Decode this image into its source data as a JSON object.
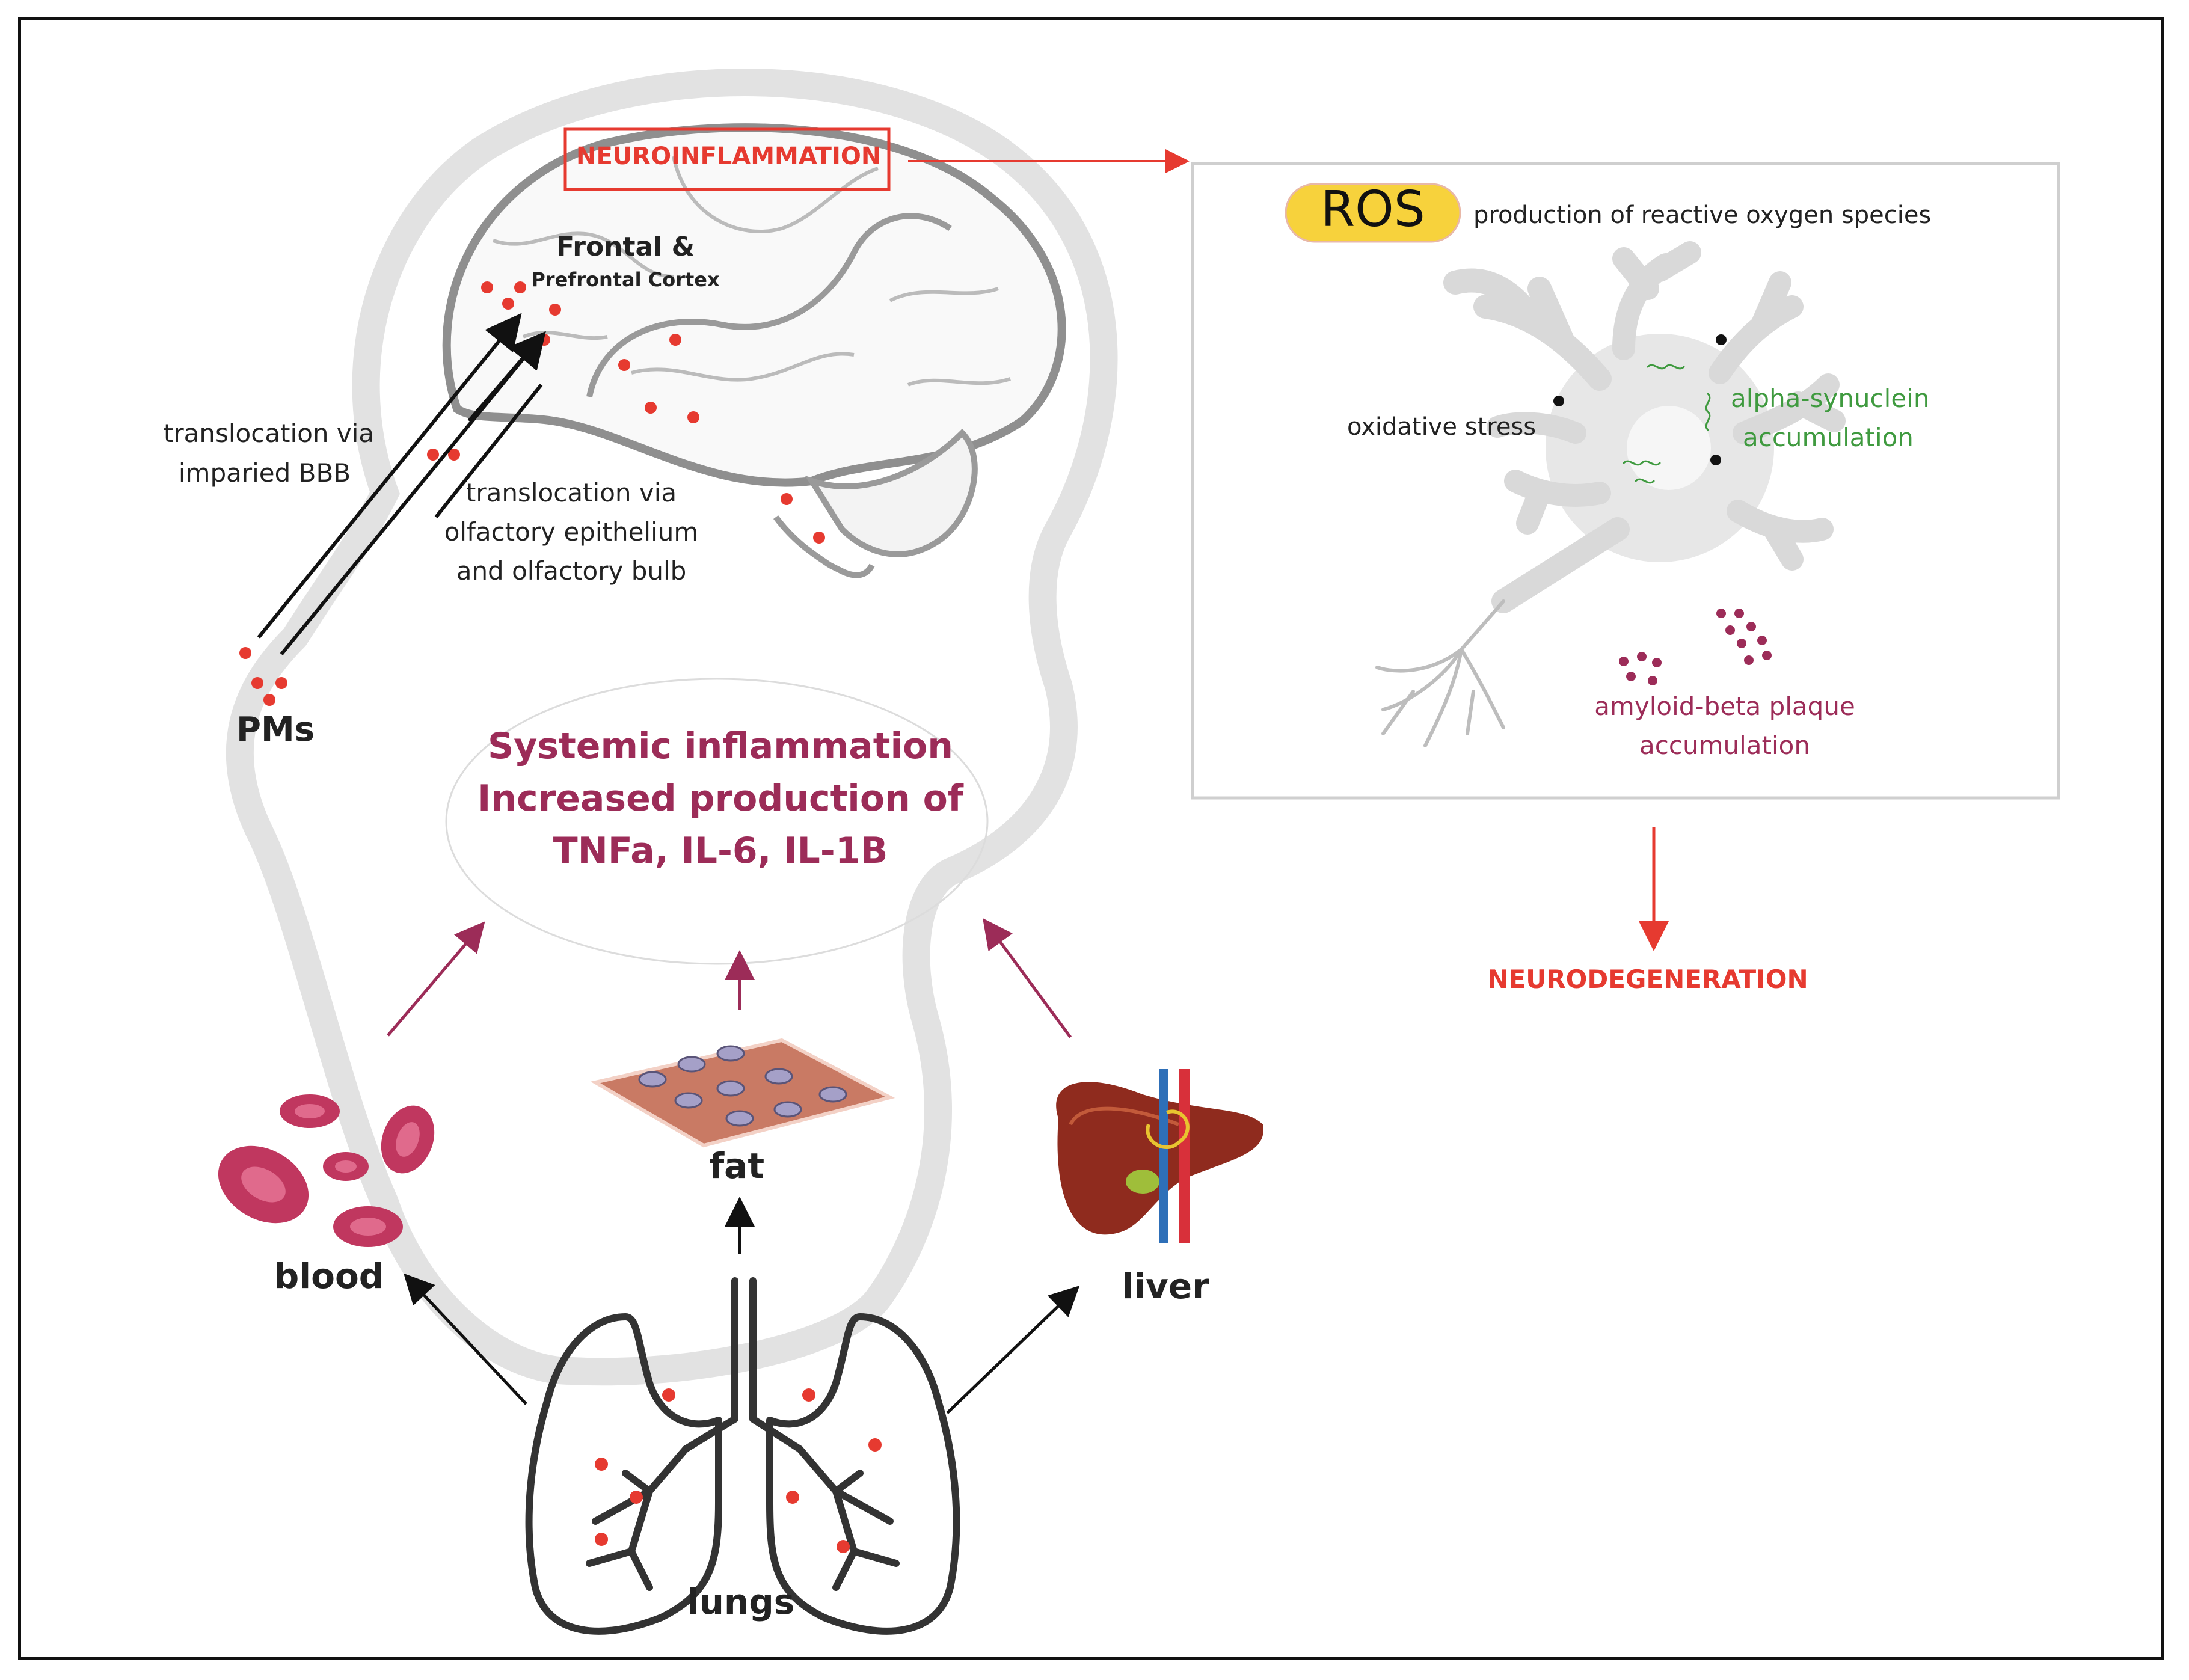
{
  "labels": {
    "neuroinflammation": "NEUROINFLAMMATION",
    "frontal_line1": "Frontal &",
    "frontal_line2": "Prefrontal Cortex",
    "bbb_line1": "translocation via",
    "bbb_line2": "imparied BBB",
    "olf_line1": "translocation via",
    "olf_line2": "olfactory epithelium",
    "olf_line3": "and olfactory bulb",
    "pms": "PMs",
    "systemic_line1": "Systemic inflammation",
    "systemic_line2": "Increased production of",
    "systemic_line3": "TNFa, IL-6, IL-1B",
    "ros": "ROS",
    "ros_desc": "production of reactive oxygen species",
    "oxidative": "oxidative stress",
    "alpha_line1": "alpha-synuclein",
    "alpha_line2": "accumulation",
    "amyloid_line1": "amyloid-beta plaque",
    "amyloid_line2": "accumulation",
    "neurodegeneration": "NEURODEGENERATION",
    "blood": "blood",
    "fat": "fat",
    "liver": "liver",
    "lungs": "lungs"
  },
  "colors": {
    "particle": "#e63a30",
    "plum": "#9c2c58",
    "alarm_red": "#e63a30",
    "ros_badge": "#f7d23c",
    "synuclein_green": "#3f9a3f",
    "head_outline": "#e2e2e2",
    "brain_outline": "#8a8a8a"
  },
  "icons": [
    "brain-icon",
    "head-silhouette-icon",
    "neuron-icon",
    "lungs-icon",
    "red-blood-cells-icon",
    "fat-tissue-icon",
    "liver-icon"
  ]
}
